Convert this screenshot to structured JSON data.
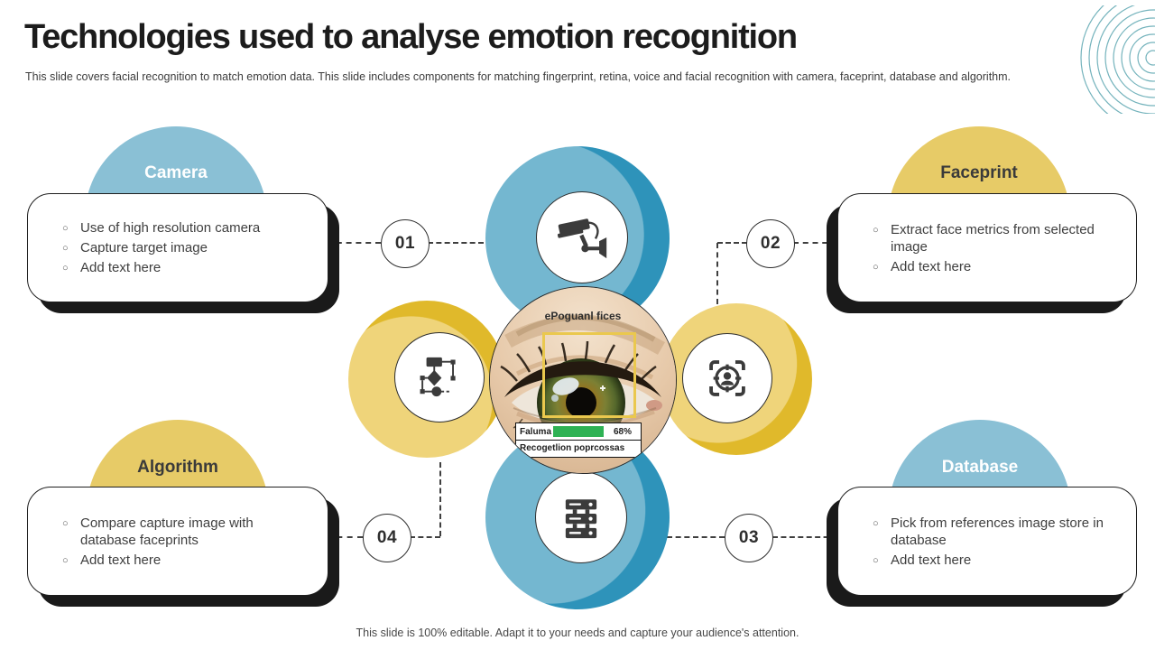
{
  "slide": {
    "title": "Technologies used to analyse emotion recognition",
    "subtitle": "This slide covers facial recognition to match emotion data. This slide includes components for matching fingerprint, retina, voice and facial recognition with camera, faceprint, database and algorithm.",
    "footer": "This slide is 100% editable. Adapt it to your needs and capture your audience's attention."
  },
  "cards": {
    "camera": {
      "title": "Camera",
      "number": "01",
      "bullets": [
        "Use of high resolution camera",
        "Capture target image",
        "Add text here"
      ]
    },
    "faceprint": {
      "title": "Faceprint",
      "number": "02",
      "bullets": [
        "Extract face metrics from selected image",
        "Add text here"
      ]
    },
    "database": {
      "title": "Database",
      "number": "03",
      "bullets": [
        "Pick from references image store in database",
        "Add text here"
      ]
    },
    "algorithm": {
      "title": "Algorithm",
      "number": "04",
      "bullets": [
        "Compare capture image with database faceprints",
        "Add text here"
      ]
    }
  },
  "center": {
    "scan_label": "ePoguanl fices",
    "match_label": "Faluma",
    "match_percent": "68%",
    "caption": "Recogetlion poprcossas"
  },
  "icons": {
    "top": "cctv-camera-icon",
    "right": "face-scan-icon",
    "bottom": "server-database-icon",
    "left": "flowchart-algorithm-icon",
    "corner": "ripple-circles-decoration"
  },
  "colors": {
    "petal_blue_light": "#74b7d0",
    "petal_blue_dark": "#2e93ba",
    "petal_yellow_light": "#efd47a",
    "petal_yellow_dark": "#e0b92b",
    "header_blue": "#8ac0d5",
    "header_yellow": "#e7cb67",
    "progress_green": "#2eb254",
    "scan_frame_yellow": "#eac84e",
    "card_shadow": "#1a1a1a"
  }
}
